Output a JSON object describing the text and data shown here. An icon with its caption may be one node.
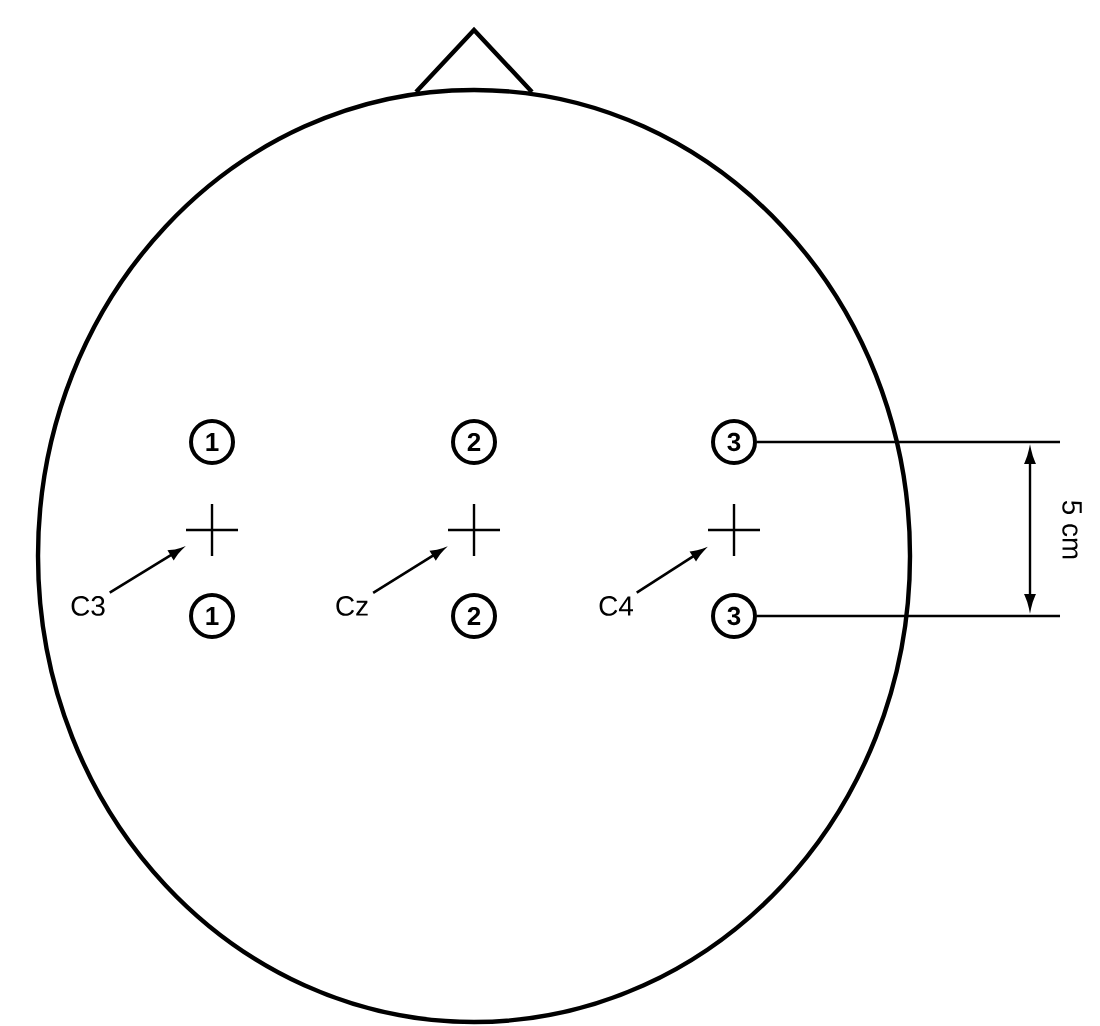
{
  "diagram": {
    "nodes": [
      {
        "text": [
          "1"
        ]
      },
      {
        "text": [
          "2"
        ]
      },
      {
        "text": [
          "3"
        ]
      },
      {
        "text": [
          "1"
        ]
      },
      {
        "text": [
          "2"
        ]
      },
      {
        "text": [
          "3"
        ]
      },
      {
        "text": [],
        "shape": "cross"
      },
      {
        "text": [],
        "shape": "cross"
      },
      {
        "text": [],
        "shape": "cross"
      },
      {
        "text": [
          "C3"
        ]
      },
      {
        "text": [
          "Cz"
        ]
      },
      {
        "text": [
          "C4"
        ]
      }
    ],
    "edges": [
      {
        "from": 9,
        "to": 6,
        "arrow": "to"
      },
      {
        "from": 10,
        "to": 7,
        "arrow": "to"
      },
      {
        "from": 11,
        "to": 8,
        "arrow": "to"
      }
    ],
    "labels": [
      "5 cm"
    ]
  }
}
